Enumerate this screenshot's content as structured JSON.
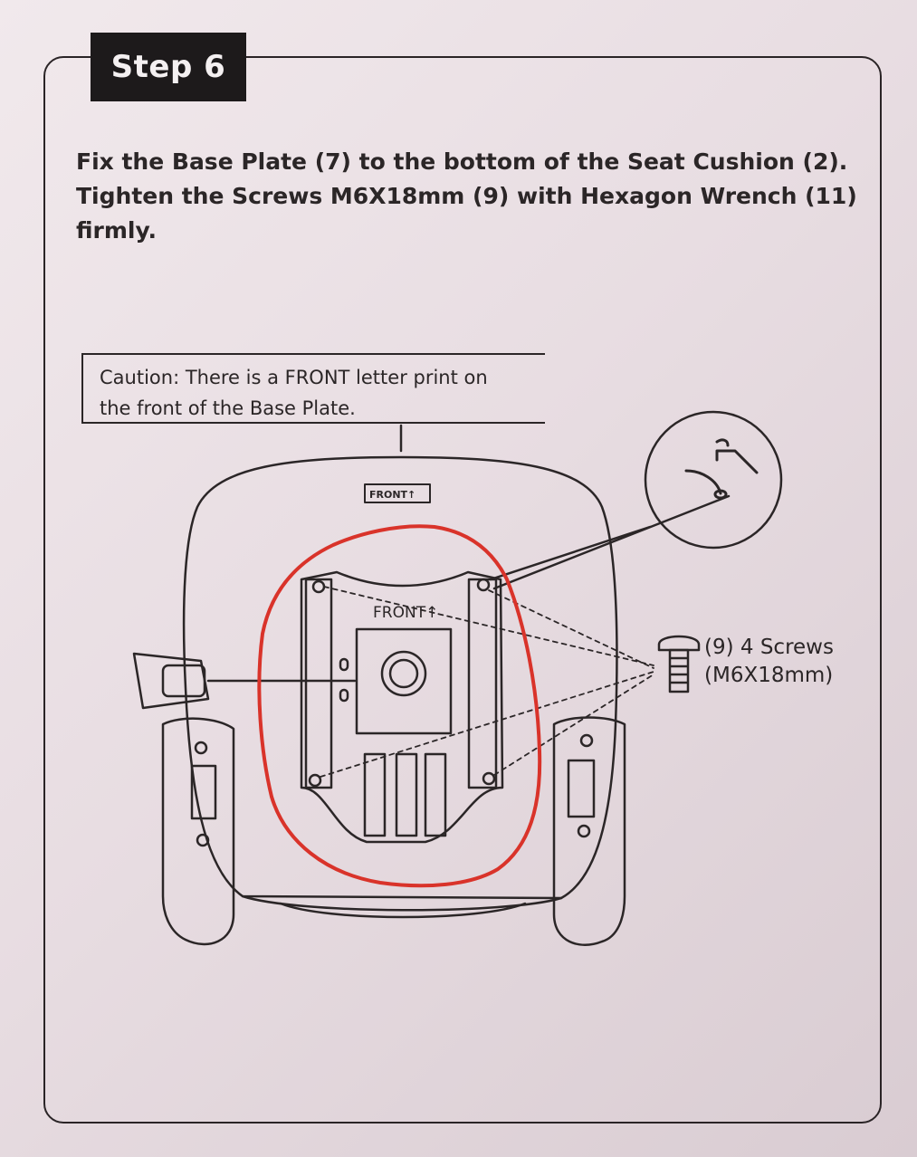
{
  "step": {
    "label": "Step 6"
  },
  "instructions": {
    "line1": "Fix the Base Plate (7) to the bottom of the Seat Cushion (2).",
    "line2": "Tighten the Screws M6X18mm (9) with Hexagon Wrench (11)",
    "line3": "firmly."
  },
  "caution": {
    "line1": "Caution: There is a FRONT letter print on",
    "line2": "the front of the Base Plate."
  },
  "diagram": {
    "seat_front_label": "FRONT↑",
    "plate_front_label": "FRONT↑",
    "screw_label_line1": "(9) 4 Screws",
    "screw_label_line2": "(M6X18mm)"
  },
  "colors": {
    "ink": "#2b2627",
    "badge": "#1d1a1b",
    "highlight": "#d9332a"
  },
  "icons": [
    "hexagon-wrench-icon",
    "screw-icon"
  ]
}
